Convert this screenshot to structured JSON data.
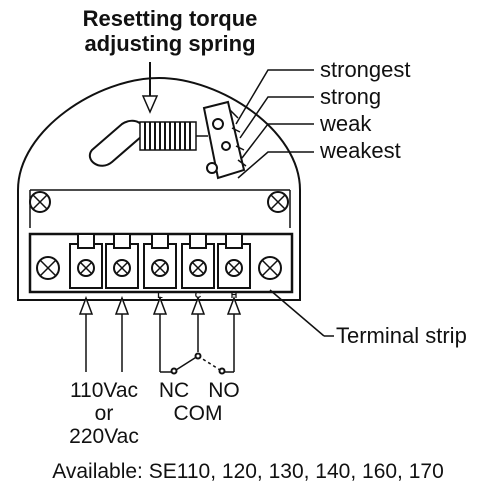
{
  "title_line1": "Resetting torque",
  "title_line2": "adjusting spring",
  "spring_levels": [
    "strongest",
    "strong",
    "weak",
    "weakest"
  ],
  "terminal_label": "Terminal strip",
  "terminal_marks": [
    "L",
    "C",
    "H"
  ],
  "wiring": {
    "power_line1": "110Vac",
    "power_line2": "or",
    "power_line3": "220Vac",
    "nc": "NC",
    "no": "NO",
    "com": "COM"
  },
  "available_text": "Available: SE110, 120, 130, 140, 160, 170"
}
